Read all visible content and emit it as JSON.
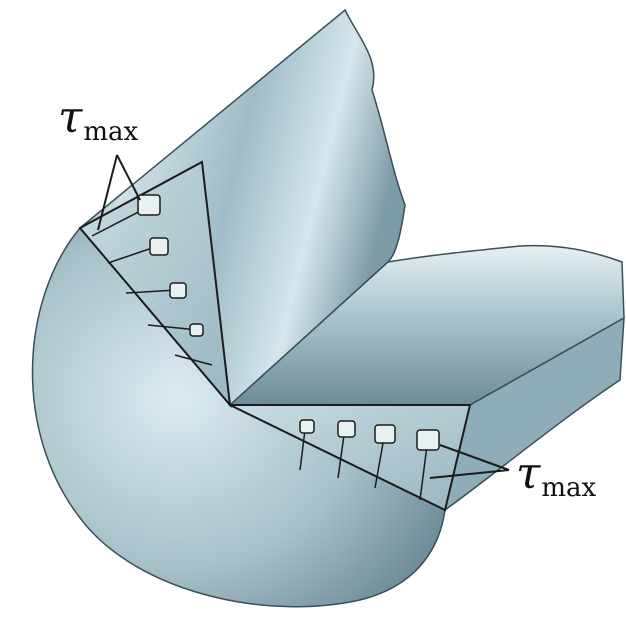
{
  "figure": {
    "labels": [
      {
        "symbol": "τ",
        "subscript": "max"
      },
      {
        "symbol": "τ",
        "subscript": "max"
      }
    ]
  },
  "colors": {
    "shaft_light": "#dbe9ee",
    "shaft_mid": "#9fbcc6",
    "shaft_dark": "#5f7f8a",
    "cut_face": "#b9d0d8",
    "line": "#1c1c1c"
  }
}
